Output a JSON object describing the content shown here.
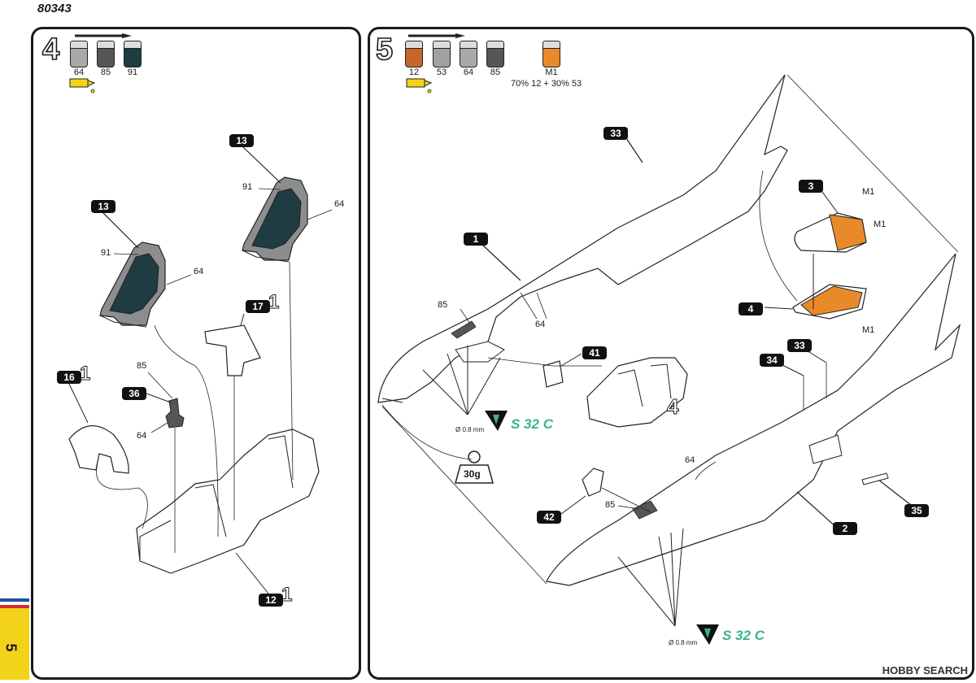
{
  "header": {
    "kit_number": "80343"
  },
  "side_tab": {
    "page_number": "5",
    "colors": [
      "#1f4fa0",
      "#ffffff",
      "#d22d2d",
      "#f3d21a"
    ]
  },
  "step4": {
    "number": "4",
    "paints": [
      {
        "code": "64",
        "color": "#a7a9ab"
      },
      {
        "code": "85",
        "color": "#545658"
      },
      {
        "code": "91",
        "color": "#1e3c42"
      }
    ],
    "parts": {
      "p13a": "13",
      "p13b": "13",
      "p17": "17",
      "p16": "16",
      "p36": "36",
      "p12": "12"
    },
    "callouts": {
      "c91a": "91",
      "c64a": "64",
      "c91b": "91",
      "c64b": "64",
      "c85": "85",
      "c64c": "64"
    },
    "sprue_marks": {
      "s17": "1",
      "s16": "1",
      "s12": "1"
    }
  },
  "step5": {
    "number": "5",
    "paints": [
      {
        "code": "12",
        "color": "#c8662a"
      },
      {
        "code": "53",
        "color": "#9fa1a3"
      },
      {
        "code": "64",
        "color": "#a7a9ab"
      },
      {
        "code": "85",
        "color": "#545658"
      },
      {
        "code": "M1",
        "color": "#e98a2a"
      }
    ],
    "mix_note": "70% 12 + 30% 53",
    "parts": {
      "p33a": "33",
      "p1": "1",
      "p3": "3",
      "p4": "4",
      "p41": "41",
      "p34": "34",
      "p33b": "33",
      "p42": "42",
      "p2": "2",
      "p35": "35"
    },
    "callouts": {
      "m1a": "M1",
      "m1b": "M1",
      "m1c": "M1",
      "c85a": "85",
      "c64a": "64",
      "c64b": "64",
      "c85b": "85"
    },
    "weight_label": "30g",
    "glue_brand_a": "S 32 C",
    "glue_brand_b": "S 32 C",
    "drill_a": "Ø 0.8 mm",
    "drill_b": "Ø 0.8 mm",
    "subassembly_ref": "4"
  },
  "watermark": "HOBBY SEARCH"
}
